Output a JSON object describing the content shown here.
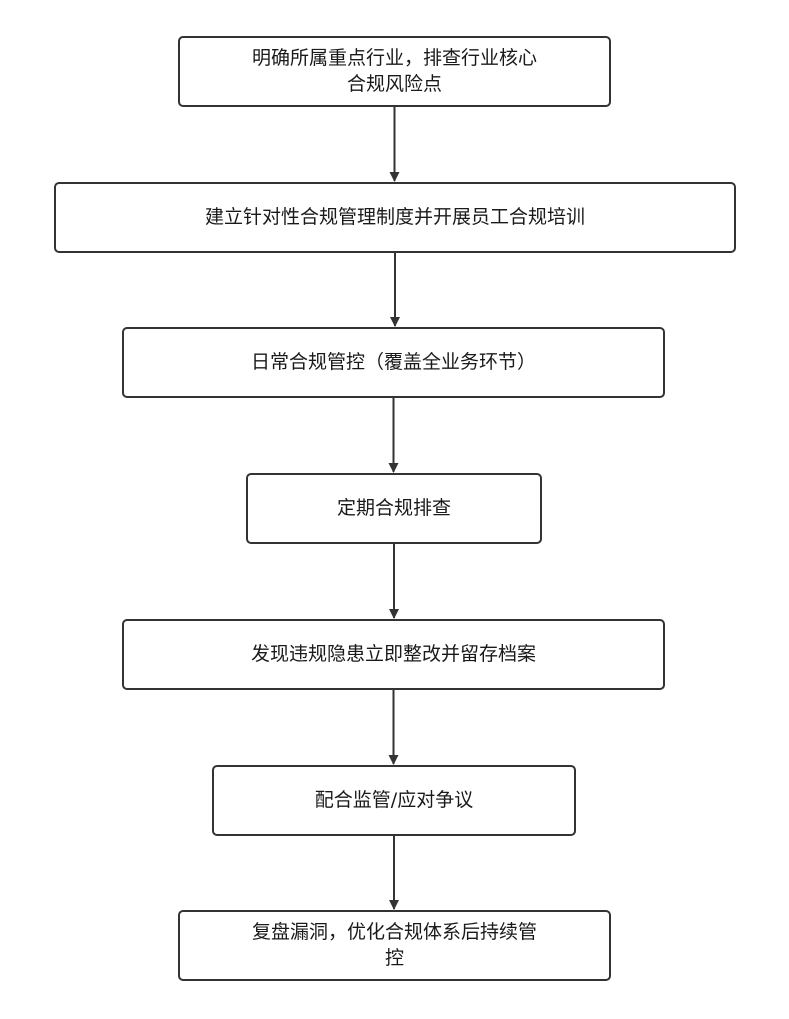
{
  "flowchart": {
    "steps": [
      {
        "label": "明确所属重点行业，排查行业核心合规风险点"
      },
      {
        "label": "建立针对性合规管理制度并开展员工合规培训"
      },
      {
        "label": "日常合规管控（覆盖全业务环节）"
      },
      {
        "label": "定期合规排查"
      },
      {
        "label": "发现违规隐患立即整改并留存档案"
      },
      {
        "label": "配合监管/应对争议"
      },
      {
        "label": "复盘漏洞，优化合规体系后持续管控"
      }
    ],
    "colors": {
      "border": "#333333",
      "arrow": "#333333",
      "text": "#1a1a1a",
      "background": "#ffffff"
    }
  }
}
